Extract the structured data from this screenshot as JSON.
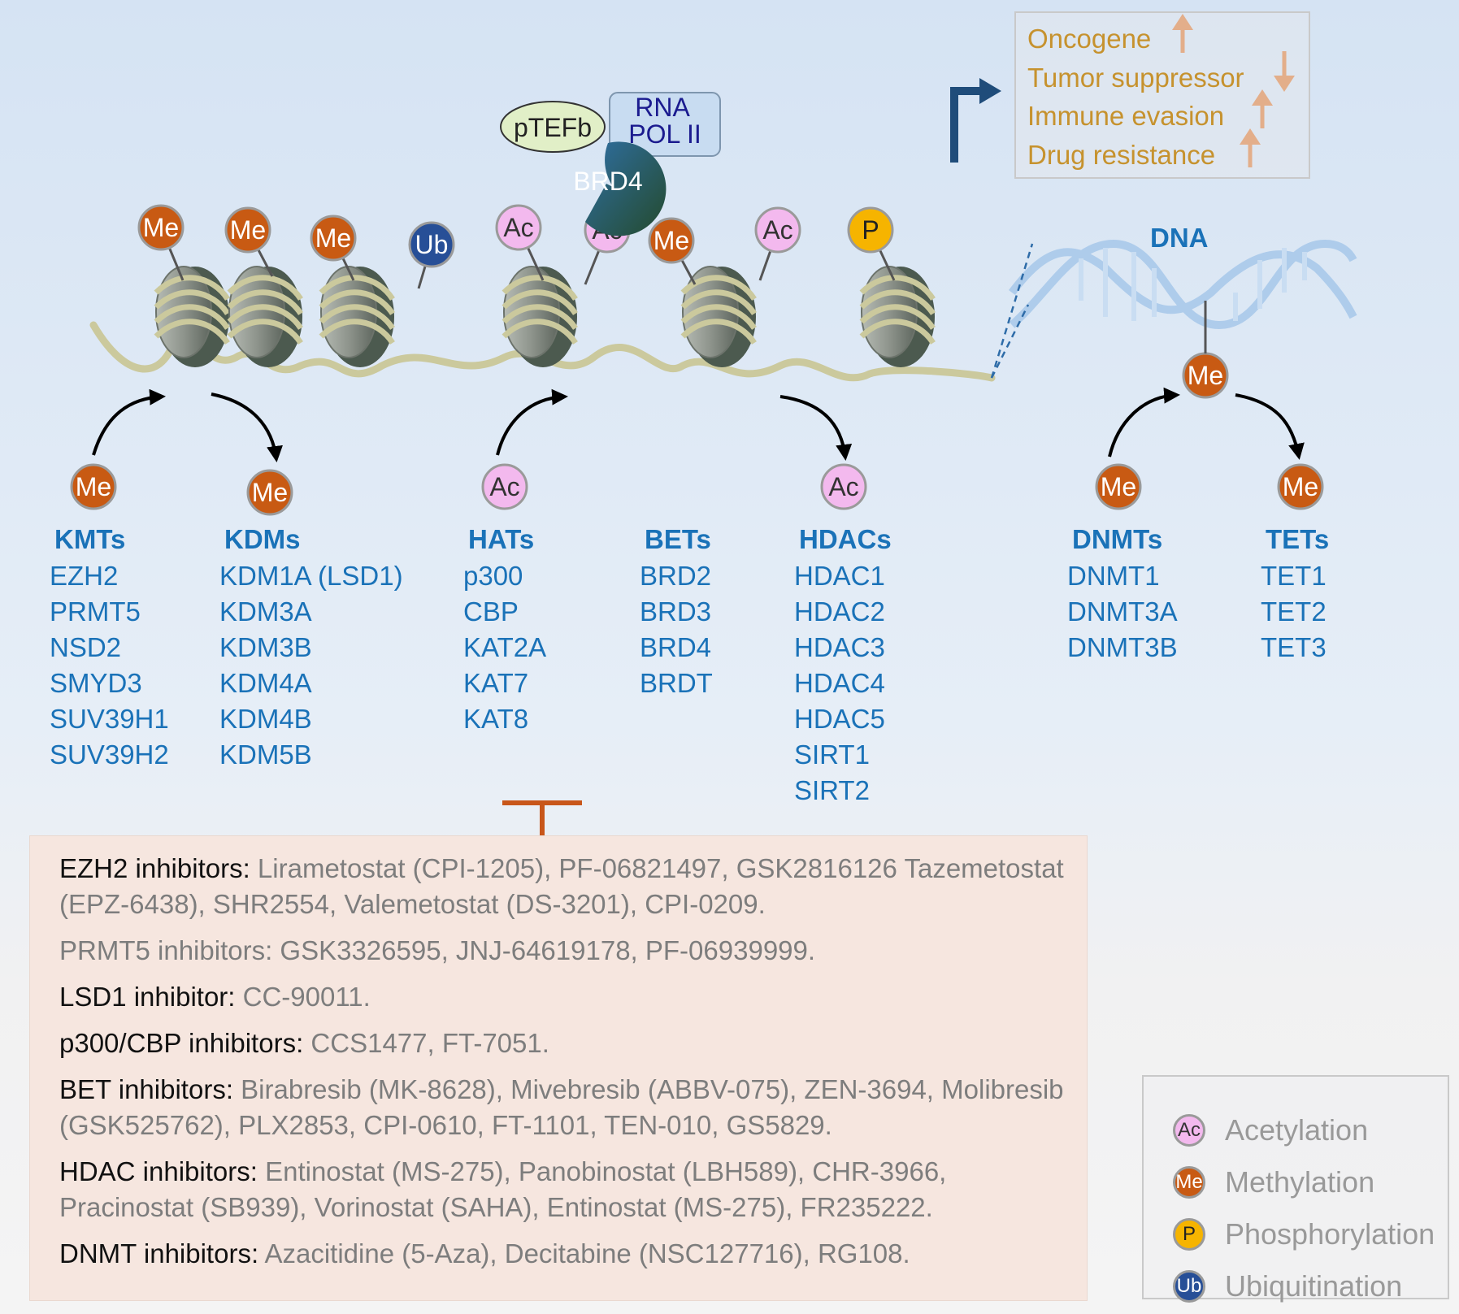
{
  "colors": {
    "acetylation": "#f3b9ee",
    "methylation": "#c85a13",
    "phosphorylation": "#f6b400",
    "ubiquitination": "#274f97",
    "group_title": "#1a72b8",
    "outcome_text": "#c6922e",
    "outcome_arrow": "#e0874a",
    "inhibitor_bar": "#c8561a"
  },
  "marks": {
    "me": "Me",
    "ac": "Ac",
    "ub": "Ub",
    "p": "P"
  },
  "complex": {
    "ptefb": "pTEFb",
    "rna_pol_line1": "RNA",
    "rna_pol_line2": "POL II",
    "brd4": "BRD4"
  },
  "dna_label": "DNA",
  "outcomes": [
    {
      "text": "Oncogene",
      "direction": "up"
    },
    {
      "text": "Tumor suppressor",
      "direction": "down"
    },
    {
      "text": "Immune evasion",
      "direction": "up"
    },
    {
      "text": "Drug resistance",
      "direction": "up"
    }
  ],
  "groups": [
    {
      "title": "KMTs",
      "items": [
        "EZH2",
        "PRMT5",
        "NSD2",
        "SMYD3",
        "SUV39H1",
        "SUV39H2"
      ]
    },
    {
      "title": "KDMs",
      "items": [
        "KDM1A (LSD1)",
        "KDM3A",
        "KDM3B",
        "KDM4A",
        "KDM4B",
        "KDM5B"
      ]
    },
    {
      "title": "HATs",
      "items": [
        "p300",
        "CBP",
        "KAT2A",
        "KAT7",
        "KAT8"
      ]
    },
    {
      "title": "BETs",
      "items": [
        "BRD2",
        "BRD3",
        "BRD4",
        "BRDT"
      ]
    },
    {
      "title": "HDACs",
      "items": [
        "HDAC1",
        "HDAC2",
        "HDAC3",
        "HDAC4",
        "HDAC5",
        "SIRT1",
        "SIRT2"
      ]
    },
    {
      "title": "DNMTs",
      "items": [
        "DNMT1",
        "DNMT3A",
        "DNMT3B"
      ]
    },
    {
      "title": "TETs",
      "items": [
        "TET1",
        "TET2",
        "TET3"
      ]
    }
  ],
  "inhibitors": [
    {
      "label": "EZH2 inhibitors:",
      "text": " Lirametostat (CPI-1205), PF-06821497, GSK2816126 Tazemetostat (EPZ-6438), SHR2554, Valemetostat (DS-3201), CPI-0209."
    },
    {
      "label": "",
      "text": "PRMT5 inhibitors: GSK3326595, JNJ-64619178, PF-06939999."
    },
    {
      "label": "LSD1 inhibitor:",
      "text": " CC-90011."
    },
    {
      "label": "p300/CBP inhibitors:",
      "text": " CCS1477, FT-7051."
    },
    {
      "label": "BET inhibitors:",
      "text": " Birabresib (MK-8628), Mivebresib (ABBV-075), ZEN-3694, Molibresib (GSK525762), PLX2853, CPI-0610, FT-1101, TEN-010, GS5829."
    },
    {
      "label": "HDAC inhibitors:",
      "text": " Entinostat  (MS-275), Panobinostat (LBH589), CHR-3966, Pracinostat (SB939), Vorinostat (SAHA), Entinostat (MS-275), FR235222."
    },
    {
      "label": "DNMT inhibitors:",
      "text": " Azacitidine (5-Aza), Decitabine (NSC127716), RG108."
    }
  ],
  "legend": [
    {
      "symbol": "Ac",
      "label": "Acetylation",
      "color": "#f3b9ee"
    },
    {
      "symbol": "Me",
      "label": "Methylation",
      "color": "#c85a13"
    },
    {
      "symbol": "P",
      "label": "Phosphorylation",
      "color": "#f6b400"
    },
    {
      "symbol": "Ub",
      "label": "Ubiquitination",
      "color": "#274f97"
    }
  ]
}
